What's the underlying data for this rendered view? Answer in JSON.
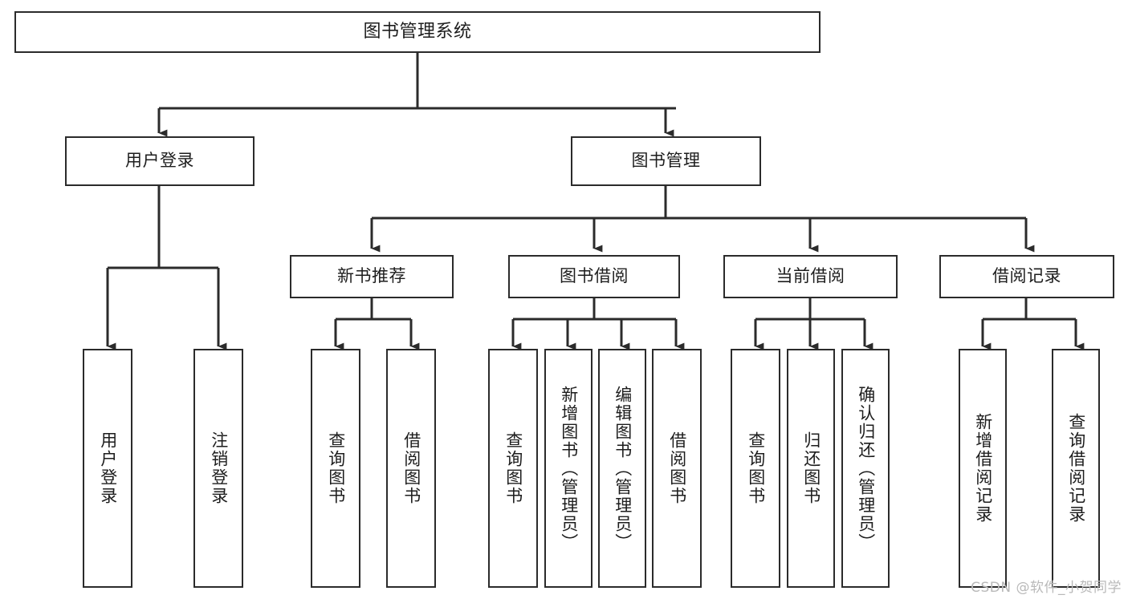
{
  "diagram": {
    "title": "图书管理系统",
    "type": "tree",
    "watermark": "CSDN @软件_小贺同学",
    "colors": {
      "node_border": "#2b2b2b",
      "node_fill": "#ffffff",
      "edge": "#2b2b2b",
      "text": "#1d1d1d",
      "watermark": "#b9b9b9",
      "background": "#ffffff"
    },
    "nodes": {
      "root": {
        "label": "图书管理系统"
      },
      "level2": [
        {
          "id": "user-login",
          "label": "用户登录"
        },
        {
          "id": "book-manage",
          "label": "图书管理"
        }
      ],
      "level3": [
        {
          "id": "new-book-recommend",
          "label": "新书推荐"
        },
        {
          "id": "book-borrow",
          "label": "图书借阅"
        },
        {
          "id": "current-borrow",
          "label": "当前借阅"
        },
        {
          "id": "borrow-record",
          "label": "借阅记录"
        }
      ],
      "leaves": [
        {
          "id": "leaf-user-login",
          "label": "用户登录",
          "parent": "user-login"
        },
        {
          "id": "leaf-logout-login",
          "label": "注销登录",
          "parent": "user-login"
        },
        {
          "id": "leaf-query-book-1",
          "label": "查询图书",
          "parent": "new-book-recommend"
        },
        {
          "id": "leaf-borrow-book-1",
          "label": "借阅图书",
          "parent": "new-book-recommend"
        },
        {
          "id": "leaf-query-book-2",
          "label": "查询图书",
          "parent": "book-borrow"
        },
        {
          "id": "leaf-add-book-admin",
          "label": "新增图书（管理员）",
          "parent": "book-borrow"
        },
        {
          "id": "leaf-edit-book-admin",
          "label": "编辑图书（管理员）",
          "parent": "book-borrow"
        },
        {
          "id": "leaf-borrow-book-2",
          "label": "借阅图书",
          "parent": "book-borrow"
        },
        {
          "id": "leaf-query-book-3",
          "label": "查询图书",
          "parent": "current-borrow"
        },
        {
          "id": "leaf-return-book",
          "label": "归还图书",
          "parent": "current-borrow"
        },
        {
          "id": "leaf-confirm-return-admin",
          "label": "确认归还（管理员）",
          "parent": "current-borrow"
        },
        {
          "id": "leaf-add-borrow-record",
          "label": "新增借阅记录",
          "parent": "borrow-record"
        },
        {
          "id": "leaf-query-borrow-record",
          "label": "查询借阅记录",
          "parent": "borrow-record"
        }
      ]
    }
  }
}
